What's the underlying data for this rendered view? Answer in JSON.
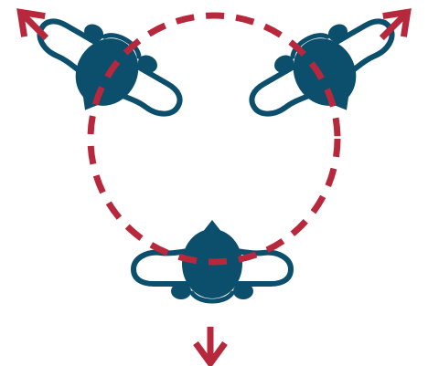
{
  "colors": {
    "figure": "#0b4f6c",
    "accent": "#b8283c",
    "background": "#ffffff"
  },
  "figures": [
    {
      "name": "figure-top-left",
      "facing": "outward-up-left"
    },
    {
      "name": "figure-top-right",
      "facing": "outward-up-right"
    },
    {
      "name": "figure-bottom",
      "facing": "outward-down"
    }
  ],
  "arrows": [
    {
      "name": "arrow-up-left-icon",
      "direction": "up-left"
    },
    {
      "name": "arrow-up-right-icon",
      "direction": "up-right"
    },
    {
      "name": "arrow-down-icon",
      "direction": "down"
    }
  ],
  "circle": {
    "style": "dashed"
  }
}
